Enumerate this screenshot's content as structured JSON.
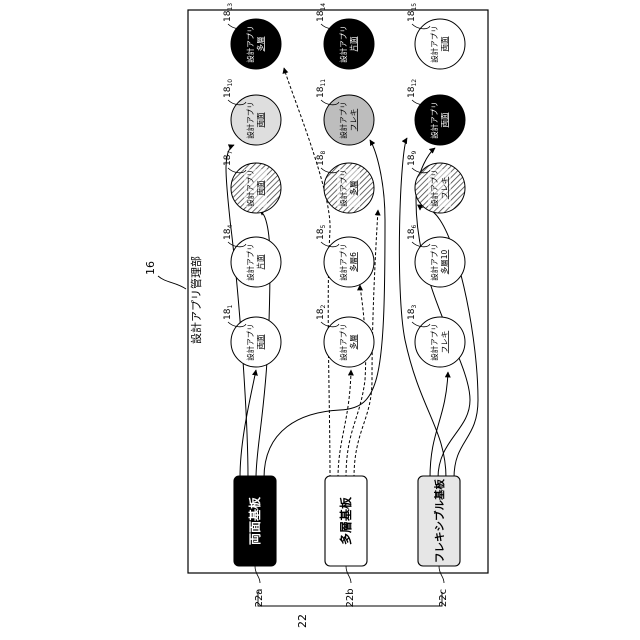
{
  "figure": {
    "manager_ref": "16",
    "manager_label": "設計アプリ管理部",
    "group_ref": "22"
  },
  "boards": [
    {
      "ref": "22a",
      "label": "両面基板",
      "style": "black"
    },
    {
      "ref": "22b",
      "label": "多層基板",
      "style": "white"
    },
    {
      "ref": "22c",
      "label": "フレキシブル基板",
      "style": "gray"
    }
  ],
  "apps": [
    {
      "ref": "18",
      "sub": "1",
      "name": "設計アプリ",
      "kind": "両面",
      "fill": "white"
    },
    {
      "ref": "18",
      "sub": "4",
      "name": "設計アプリ",
      "kind": "片面",
      "fill": "white"
    },
    {
      "ref": "18",
      "sub": "7",
      "name": "設計アプリ",
      "kind": "両面",
      "fill": "hatch"
    },
    {
      "ref": "18",
      "sub": "10",
      "name": "設計アプリ",
      "kind": "両面",
      "fill": "lightgray"
    },
    {
      "ref": "18",
      "sub": "13",
      "name": "設計アプリ",
      "kind": "多層",
      "fill": "black"
    },
    {
      "ref": "18",
      "sub": "2",
      "name": "設計アプリ",
      "kind": "多層",
      "fill": "white"
    },
    {
      "ref": "18",
      "sub": "5",
      "name": "設計アプリ",
      "kind": "多層6",
      "fill": "white"
    },
    {
      "ref": "18",
      "sub": "8",
      "name": "設計アプリ",
      "kind": "多層",
      "fill": "hatch"
    },
    {
      "ref": "18",
      "sub": "11",
      "name": "設計アプリ",
      "kind": "フレキ",
      "fill": "gray"
    },
    {
      "ref": "18",
      "sub": "14",
      "name": "設計アプリ",
      "kind": "片面",
      "fill": "black"
    },
    {
      "ref": "18",
      "sub": "3",
      "name": "設計アプリ",
      "kind": "フレキ",
      "fill": "white"
    },
    {
      "ref": "18",
      "sub": "6",
      "name": "設計アプリ",
      "kind": "多層10",
      "fill": "white"
    },
    {
      "ref": "18",
      "sub": "9",
      "name": "設計アプリ",
      "kind": "フレキ",
      "fill": "hatch"
    },
    {
      "ref": "18",
      "sub": "12",
      "name": "設計アプリ",
      "kind": "両面",
      "fill": "black"
    },
    {
      "ref": "18",
      "sub": "15",
      "name": "設計アプリ",
      "kind": "両面",
      "fill": "white"
    }
  ],
  "colors": {
    "line": "#000000",
    "black": "#000000",
    "gray": "#bdbdbd",
    "lightgray": "#dedede",
    "boardgray": "#e6e6e6",
    "white": "#ffffff"
  }
}
